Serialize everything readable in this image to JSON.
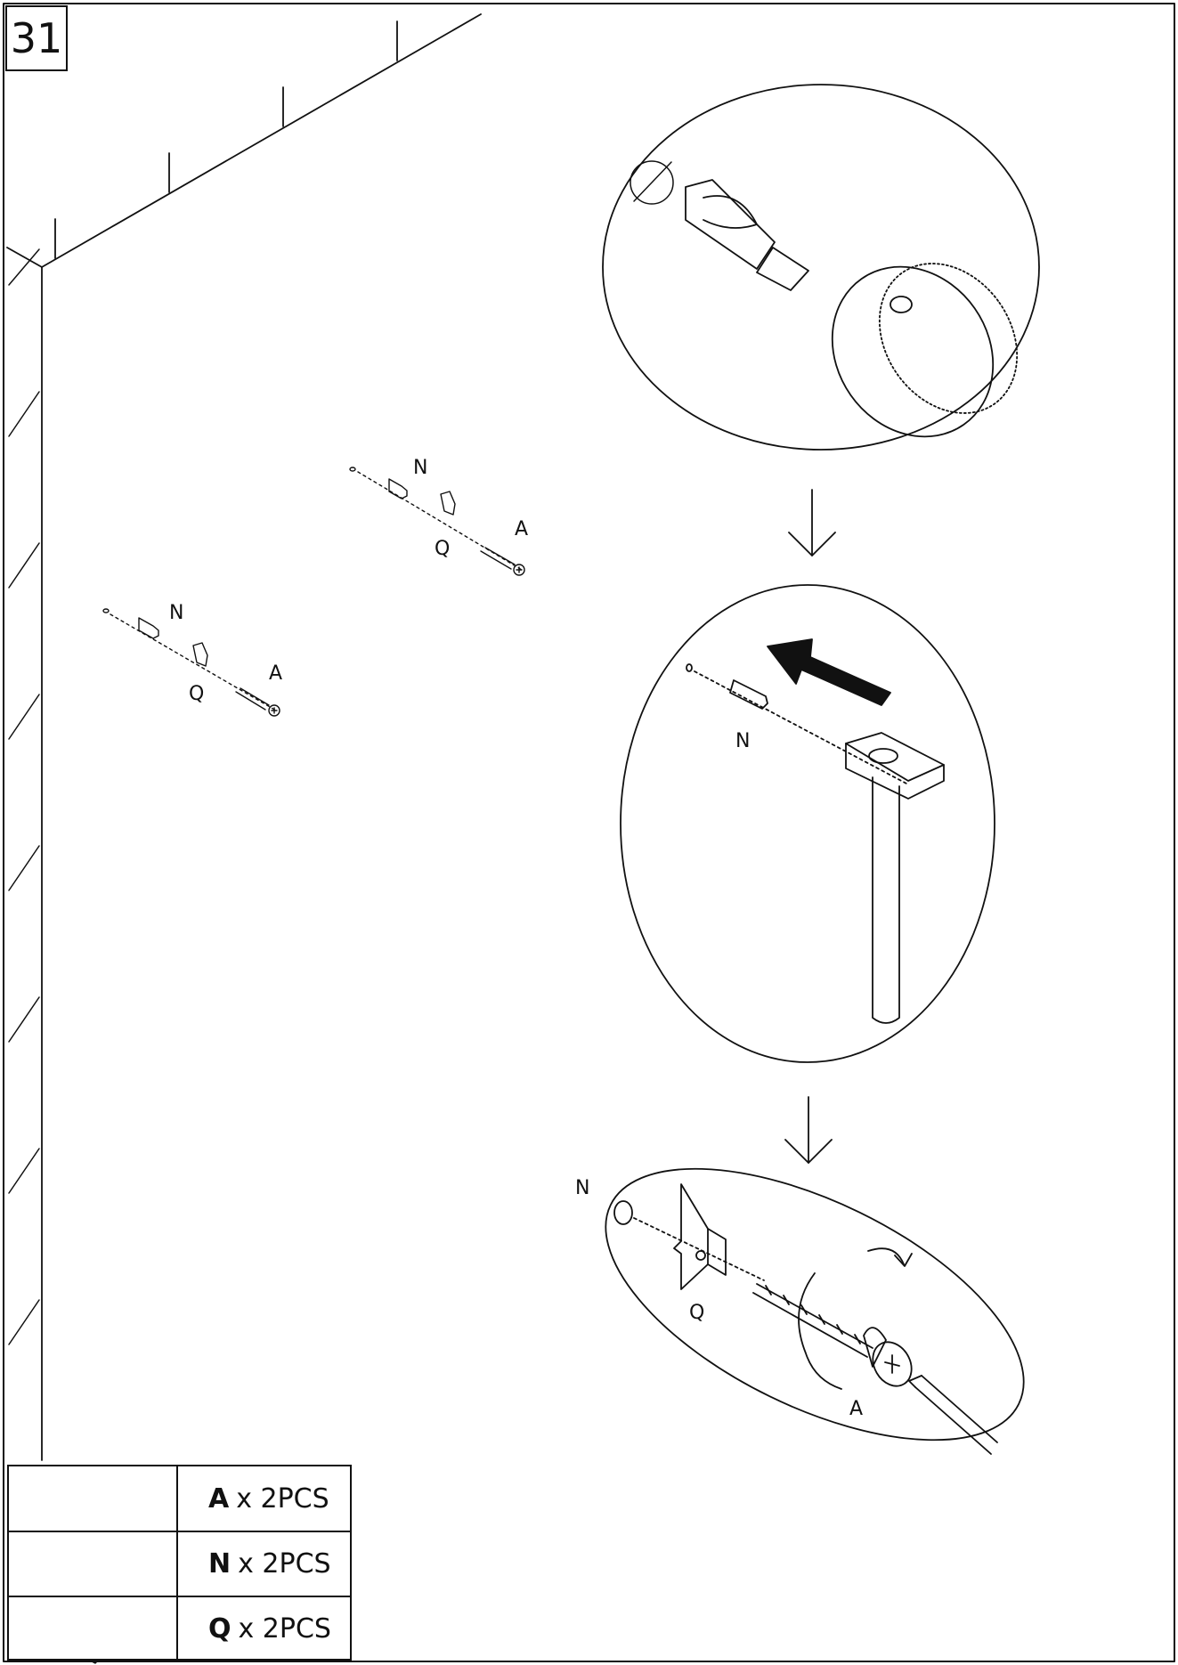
{
  "step": {
    "number": "31"
  },
  "wall_labels": {
    "upper": {
      "anchor": "N",
      "bracket": "Q",
      "screw": "A"
    },
    "lower": {
      "anchor": "N",
      "bracket": "Q",
      "screw": "A"
    }
  },
  "detail_labels": {
    "hammer": {
      "anchor": "N"
    },
    "screw": {
      "anchor": "N",
      "bracket": "Q",
      "screw": "A"
    }
  },
  "parts": [
    {
      "letter": "A",
      "qty": "x 2PCS",
      "icon": "screw-icon"
    },
    {
      "letter": "N",
      "qty": "x 2PCS",
      "icon": "wall-anchor-icon"
    },
    {
      "letter": "Q",
      "qty": "x 2PCS",
      "icon": "bracket-icon"
    }
  ],
  "colors": {
    "ink": "#111111",
    "paper": "#ffffff"
  }
}
